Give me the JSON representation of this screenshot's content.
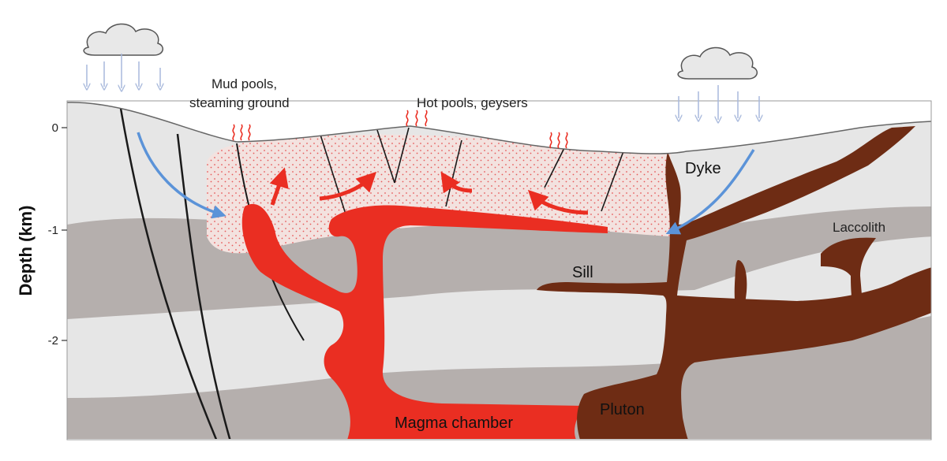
{
  "labels": {
    "mud_pools_line1": "Mud pools,",
    "mud_pools_line2": "steaming ground",
    "hot_pools": "Hot pools, geysers",
    "dyke": "Dyke",
    "laccolith": "Laccolith",
    "sill": "Sill",
    "magma_chamber": "Magma chamber",
    "pluton": "Pluton"
  },
  "axis": {
    "title": "Depth (km)",
    "ticks": [
      "0",
      "-1",
      "-2"
    ]
  },
  "colors": {
    "layer_light": "#e6e6e6",
    "layer_dark": "#b5afad",
    "magma_red": "#ea2e22",
    "intrusion_brown": "#6e2c14",
    "hydrothermal_fill": "#f3e2df",
    "hydrothermal_dots": "#e65a5a",
    "rain_arrow": "#b9c8e6",
    "water_flow": "#5b93d8",
    "cloud": "#e8e8e8"
  },
  "icons": {
    "cloud": "cloud-icon",
    "rain": "rain-arrow-icon",
    "steam": "steam-icon"
  }
}
